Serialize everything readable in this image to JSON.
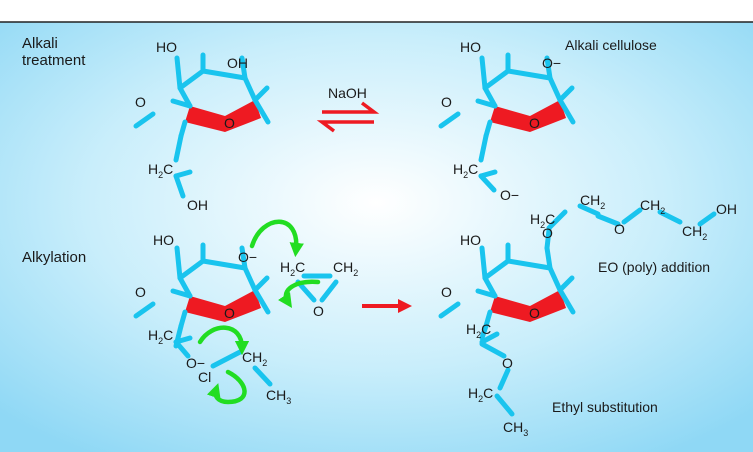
{
  "sections": {
    "alkali": [
      "Alkali",
      "treatment"
    ],
    "alkylation": "Alkylation"
  },
  "captions": {
    "alkali_cellulose": "Alkali cellulose",
    "eo_addition": "EO (poly) addition",
    "ethyl_substitution": "Ethyl substitution"
  },
  "reagents": {
    "naoh": "NaOH"
  },
  "atoms": {
    "ho": "HO",
    "oh": "OH",
    "o": "O",
    "o_minus": "O",
    "minus": "−",
    "h": "H",
    "c": "C",
    "h2": "2",
    "ch": "CH",
    "h3": "3",
    "cl": "Cl"
  },
  "colors": {
    "bond": "#19c4ee",
    "ring": "#ee1a22",
    "curved_arrow": "#22dd22",
    "reaction_arrow": "#ee1a22",
    "background_center": "#ffffff",
    "background_edge": "#8fd8f5"
  }
}
